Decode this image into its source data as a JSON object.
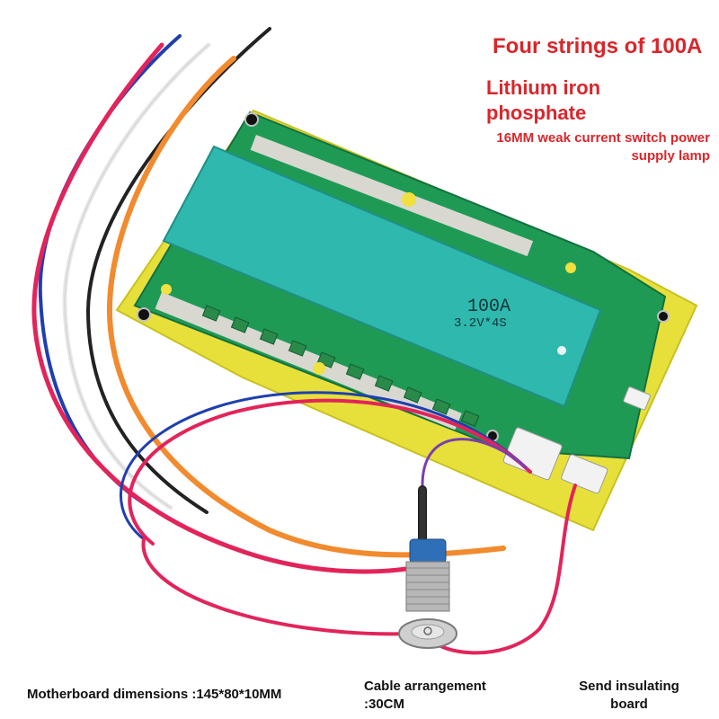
{
  "headline": {
    "line1": "Four strings of 100A",
    "line2a": "Lithium iron",
    "line2b": "phosphate",
    "line3a": "16MM weak current switch power",
    "line3b": "supply lamp"
  },
  "board": {
    "rating": "100A",
    "config": "3.2V*4S"
  },
  "footer": {
    "dimensions": "Motherboard dimensions :145*80*10MM",
    "cable_a": "Cable arrangement",
    "cable_b": ":30CM",
    "insulating_a": "Send insulating",
    "insulating_b": "board"
  },
  "colors": {
    "headline": "#d9262b",
    "pcb": "#1f9a55",
    "heatsink_cover": "#2fb8ad",
    "insulating_board": "#e8e03a"
  }
}
